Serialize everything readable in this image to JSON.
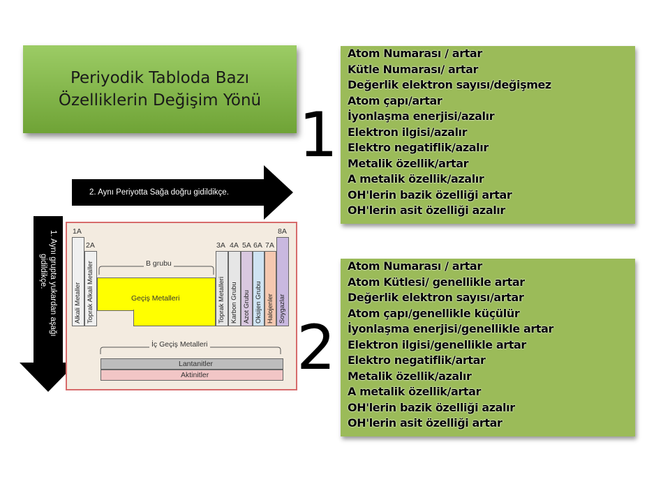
{
  "title": {
    "line1": "Periyodik Tabloda Bazı",
    "line2": "Özelliklerin Değişim Yönü"
  },
  "arrows": {
    "right_label": "2. Aynı Periyotta Sağa doğru gidildikçe.",
    "down_label_line1": "1. Aynı grupta  yukardan aşağı",
    "down_label_line2": "gidildikçe."
  },
  "numbers": {
    "one": "1",
    "two": "2"
  },
  "list1": [
    "Atom Numarası / artar",
    "Kütle Numarası/ artar",
    "Değerlik elektron sayısı/değişmez",
    "Atom çapı/artar",
    "İyonlaşma enerjisi/azalır",
    "Elektron ilgisi/azalır",
    "Elektro negatiflik/azalır",
    "Metalik özellik/artar",
    "A metalik özellik/azalır",
    "OH'lerin bazik özelliği artar",
    "OH'lerin asit özelliği azalır"
  ],
  "list2": [
    "Atom Numarası / artar",
    "Atom Kütlesi/ genellikle artar",
    "Değerlik elektron sayısı/artar",
    "Atom çapı/genellikle küçülür",
    "İyonlaşma enerjisi/genellikle artar",
    "Elektron ilgisi/genellikle artar",
    "Elektro negatiflik/artar",
    "Metalik özellik/azalır",
    "A metalik özellik/artar",
    "OH'lerin bazik özelliği azalır",
    "OH'lerin asit özelliği artar"
  ],
  "periodic_table": {
    "group_labels": {
      "g1A": "1A",
      "g2A": "2A",
      "g3A": "3A",
      "g4A": "4A",
      "g5A": "5A",
      "g6A": "6A",
      "g7A": "7A",
      "g8A": "8A"
    },
    "b_grubu": "B grubu",
    "gecis_metalleri": "Geçiş Metalleri",
    "ic_gecis_metalleri": "İç Geçiş Metalleri",
    "lantanitler": "Lantanitler",
    "aktinitler": "Aktinitler",
    "columns": {
      "alkali": "Alkali Metaller",
      "toprak_alkali": "Toprak Alkali Metaller",
      "toprak": "Toprak Metalleri",
      "karbon": "Karbon Grubu",
      "azot": "Azot Grubu",
      "oksijen": "Oksijen Grubu",
      "halojen": "Halojenler",
      "soygaz": "Soygazlar"
    },
    "colors": {
      "alkali": "#f0f0f0",
      "toprak_alkali": "#f0f0f0",
      "gecis": "#ffff00",
      "toprak": "#e6e6e6",
      "karbon": "#e6e6e6",
      "azot": "#d9c8e0",
      "oksijen": "#cfe3f2",
      "halojen": "#f4c8b0",
      "soygaz": "#c9b8e0",
      "lantanit": "#bdbdbd",
      "aktinit": "#f2c6c6"
    }
  },
  "colors": {
    "green_box": "#9bbb59",
    "title_top": "#9ccc65",
    "arrow": "#000000",
    "table_border": "#d76b6b"
  }
}
